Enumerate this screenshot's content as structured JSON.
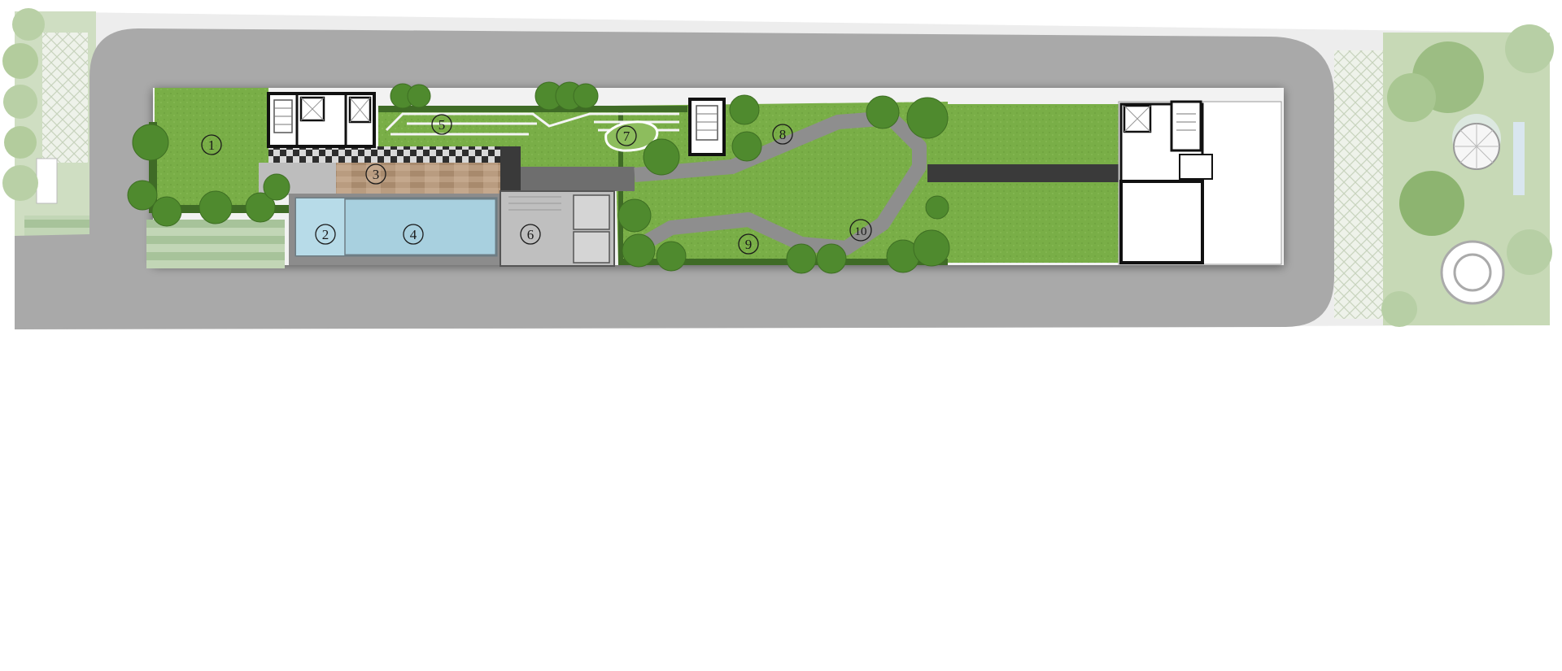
{
  "plan": {
    "zones": [
      {
        "id": "1",
        "label": "1"
      },
      {
        "id": "2",
        "label": "2"
      },
      {
        "id": "3",
        "label": "3"
      },
      {
        "id": "4",
        "label": "4"
      },
      {
        "id": "5",
        "label": "5"
      },
      {
        "id": "6",
        "label": "6"
      },
      {
        "id": "7",
        "label": "7"
      },
      {
        "id": "8",
        "label": "8"
      },
      {
        "id": "9",
        "label": "9"
      },
      {
        "id": "10",
        "label": "10"
      }
    ]
  },
  "colors": {
    "road": "#a9a9a9",
    "road_edge": "#9a9a9a",
    "lawn": "#76ad45",
    "lawn_light": "#86b854",
    "lawn_dark": "#5e9433",
    "hedge": "#3f6b26",
    "tree": "#4f8a2e",
    "tree_light": "#9fc08a",
    "pool_water": "#a8d0df",
    "pool_edge": "#7e8b90",
    "paving": "#bfbfbf",
    "deck": "#b79a7e",
    "path": "#8e8e8e",
    "building_wall": "#111111",
    "building_fill": "#ffffff",
    "lot_fill": "#f2f2f2",
    "paver_grid": "#d9e3cf"
  },
  "icons": {
    "stair": "stair-core-icon",
    "tree": "tree-canopy-icon",
    "fountain": "fountain-icon"
  }
}
